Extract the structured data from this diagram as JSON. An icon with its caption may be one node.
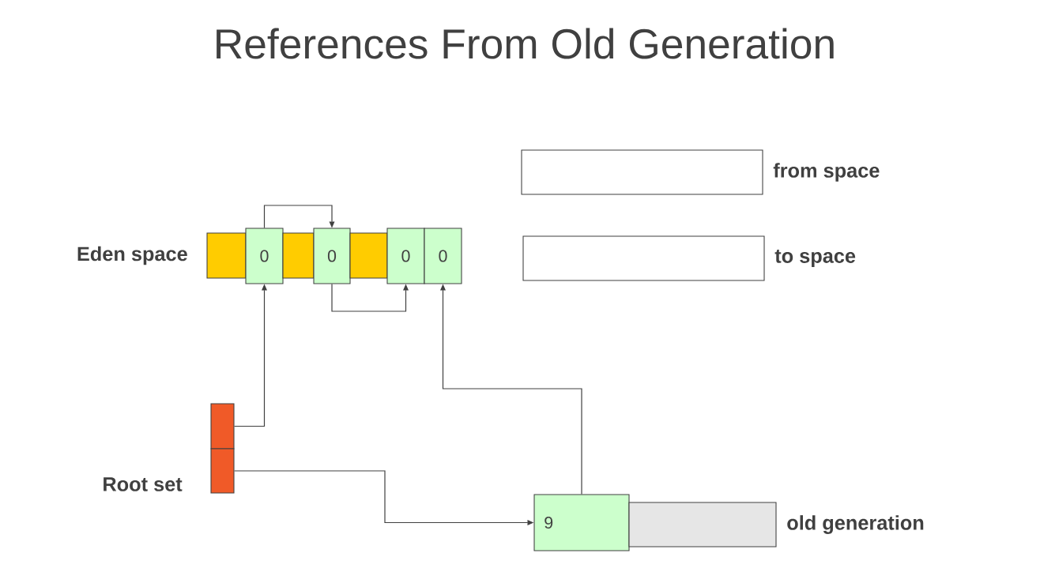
{
  "diagram": {
    "title": "References From Old Generation",
    "nodes": [
      {
        "text": [],
        "shape": "box",
        "beside": [
          "Eden space"
        ]
      },
      {
        "text": [
          "0"
        ]
      },
      {
        "text": [],
        "shape": "box"
      },
      {
        "text": [
          "0"
        ]
      },
      {
        "text": [],
        "shape": "box"
      },
      {
        "text": [
          "0"
        ]
      },
      {
        "text": [
          "0"
        ]
      },
      {
        "text": [],
        "shape": "box",
        "beside": [
          "from space"
        ]
      },
      {
        "text": [],
        "shape": "box",
        "beside": [
          "to space"
        ]
      },
      {
        "text": [],
        "shape": "box"
      },
      {
        "text": [],
        "shape": "box",
        "beside": [
          "Root set"
        ]
      },
      {
        "text": [
          "9"
        ]
      },
      {
        "text": [],
        "shape": "box",
        "beside": [
          "old generation"
        ]
      }
    ],
    "edges": [
      {
        "from": 1,
        "to": 3,
        "arrow": "to"
      },
      {
        "from": 3,
        "to": 5,
        "arrow": "to"
      },
      {
        "from": 9,
        "to": 1,
        "arrow": "to"
      },
      {
        "from": 10,
        "to": 11,
        "arrow": "to"
      },
      {
        "from": 11,
        "to": 6,
        "arrow": "to"
      }
    ]
  }
}
